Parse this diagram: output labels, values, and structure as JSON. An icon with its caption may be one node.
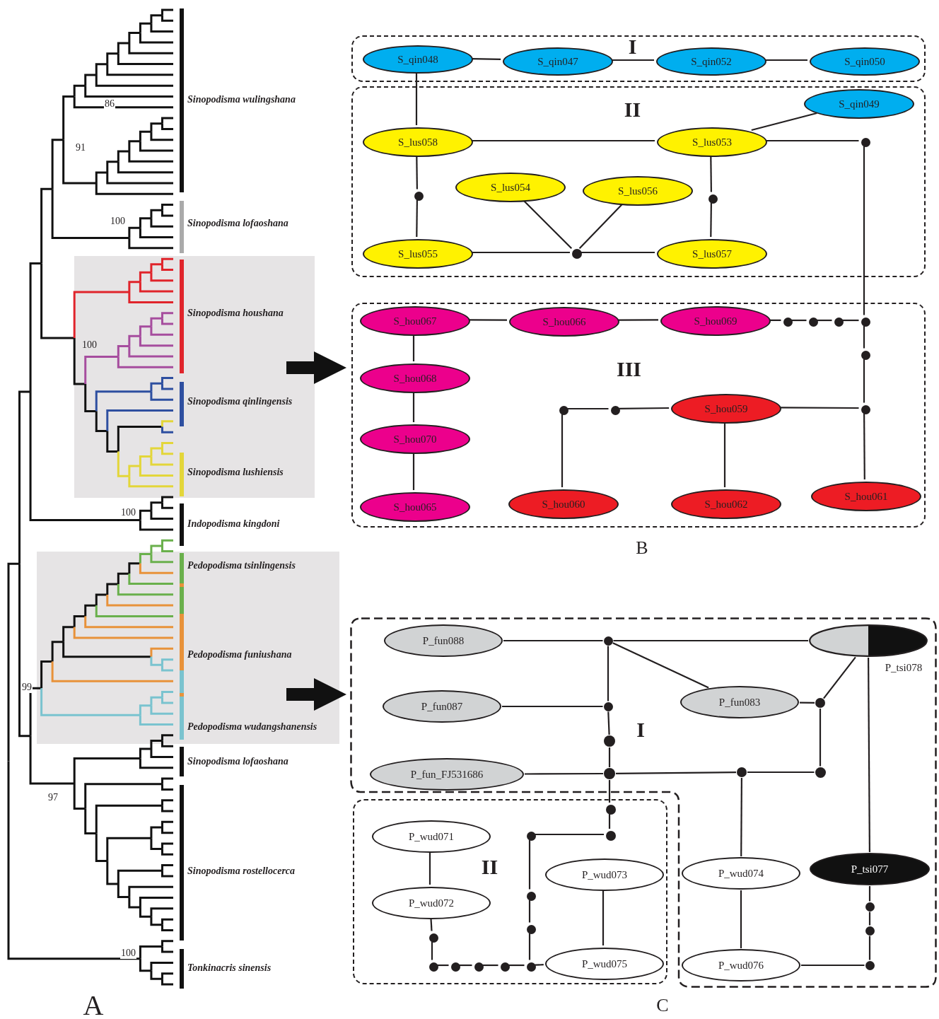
{
  "diagram": {
    "nodes": [
      {
        "text": [
          "Sinopodisma houshana",
          "100",
          "Sinopodisma qinlingensis",
          "Sinopodisma lushiensis"
        ]
      },
      {
        "text": [
          "Pedopodisma tsinlingensis",
          "Pedopodisma funiushana",
          "Pedopodisma wudangshanensis"
        ]
      },
      {
        "text": [
          "I"
        ]
      },
      {
        "text": [
          "S_qin048"
        ],
        "in": 2
      },
      {
        "text": [
          "S_qin047"
        ],
        "in": 2
      },
      {
        "text": [
          "S_qin052"
        ],
        "in": 2
      },
      {
        "text": [
          "S_qin050"
        ],
        "in": 2
      },
      {
        "text": [
          "II"
        ]
      },
      {
        "text": [
          "S_qin049"
        ],
        "in": 7
      },
      {
        "text": [
          "S_lus058"
        ],
        "in": 7
      },
      {
        "text": [
          "S_lus053"
        ],
        "in": 7
      },
      {
        "text": [],
        "shape": "circle",
        "in": 7
      },
      {
        "text": [
          "S_lus054"
        ],
        "in": 7
      },
      {
        "text": [
          "S_lus056"
        ],
        "in": 7
      },
      {
        "text": [],
        "shape": "circle",
        "in": 7
      },
      {
        "text": [],
        "shape": "circle",
        "in": 7
      },
      {
        "text": [
          "S_lus055"
        ],
        "in": 7
      },
      {
        "text": [],
        "shape": "circle",
        "in": 7
      },
      {
        "text": [
          "S_lus057"
        ],
        "in": 7
      },
      {
        "text": [
          "III"
        ]
      },
      {
        "text": [
          "S_hou067"
        ],
        "in": 19
      },
      {
        "text": [
          "S_hou066"
        ],
        "in": 19
      },
      {
        "text": [
          "S_hou069"
        ],
        "in": 19
      },
      {
        "text": [],
        "shape": "circle",
        "in": 19
      },
      {
        "text": [],
        "shape": "circle",
        "in": 19
      },
      {
        "text": [],
        "shape": "circle",
        "in": 19
      },
      {
        "text": [],
        "shape": "circle",
        "in": 19
      },
      {
        "text": [
          "S_hou068"
        ],
        "in": 19
      },
      {
        "text": [],
        "shape": "circle",
        "in": 19
      },
      {
        "text": [],
        "shape": "circle",
        "in": 19
      },
      {
        "text": [],
        "shape": "circle",
        "in": 19
      },
      {
        "text": [
          "S_hou059"
        ],
        "in": 19
      },
      {
        "text": [],
        "shape": "circle",
        "in": 19
      },
      {
        "text": [
          "S_hou070"
        ],
        "in": 19
      },
      {
        "text": [
          "S_hou065"
        ],
        "in": 19
      },
      {
        "text": [
          "S_hou060"
        ],
        "in": 19
      },
      {
        "text": [
          "S_hou062"
        ],
        "in": 19
      },
      {
        "text": [
          "S_hou061"
        ],
        "in": 19
      },
      {
        "text": [
          "I"
        ]
      },
      {
        "text": [
          "P_fun088"
        ],
        "in": 38
      },
      {
        "text": [],
        "shape": "circle",
        "in": 38
      },
      {
        "text": [
          "P_tsi078"
        ],
        "in": 38
      },
      {
        "text": [
          "P_fun083"
        ],
        "in": 38
      },
      {
        "text": [
          "P_fun087"
        ],
        "in": 38
      },
      {
        "text": [],
        "shape": "circle",
        "in": 38
      },
      {
        "text": [],
        "shape": "circle",
        "in": 38
      },
      {
        "text": [],
        "shape": "circle",
        "in": 38
      },
      {
        "text": [
          "P_fun_FJ531686"
        ],
        "in": 38
      },
      {
        "text": [],
        "shape": "circle",
        "in": 38
      },
      {
        "text": [],
        "shape": "circle",
        "in": 38
      },
      {
        "text": [],
        "shape": "circle",
        "in": 38
      },
      {
        "text": [
          "II"
        ]
      },
      {
        "text": [],
        "shape": "circle",
        "in": 51
      },
      {
        "text": [
          "P_wud071"
        ],
        "in": 51
      },
      {
        "text": [],
        "shape": "circle",
        "in": 51
      },
      {
        "text": [],
        "shape": "circle",
        "in": 51
      },
      {
        "text": [
          "P_wud073"
        ],
        "in": 51
      },
      {
        "text": [
          "P_wud072"
        ],
        "in": 51
      },
      {
        "text": [],
        "shape": "circle",
        "in": 51
      },
      {
        "text": [],
        "shape": "circle",
        "in": 51
      },
      {
        "text": [],
        "shape": "circle",
        "in": 51
      },
      {
        "text": [],
        "shape": "circle",
        "in": 51
      },
      {
        "text": [],
        "shape": "circle",
        "in": 51
      },
      {
        "text": [],
        "shape": "circle",
        "in": 51
      },
      {
        "text": [],
        "shape": "circle",
        "in": 51
      },
      {
        "text": [],
        "shape": "circle",
        "in": 51
      },
      {
        "text": [
          "P_wud075"
        ],
        "in": 51
      },
      {
        "text": [
          "P_wud074"
        ],
        "in": 38
      },
      {
        "text": [
          "P_tsi077"
        ],
        "in": 38
      },
      {
        "text": [],
        "shape": "circle",
        "in": 38
      },
      {
        "text": [],
        "shape": "circle",
        "in": 38
      },
      {
        "text": [
          "P_wud076"
        ],
        "in": 38
      },
      {
        "text": [],
        "shape": "circle",
        "in": 38
      }
    ],
    "edges": [
      {
        "from": 0,
        "to": 19,
        "arrow": "to",
        "style": "thick"
      },
      {
        "from": 1,
        "to": 38,
        "arrow": "to",
        "style": "thick"
      },
      {
        "from": 3,
        "to": 4,
        "arrow": "none"
      },
      {
        "from": 4,
        "to": 5,
        "arrow": "none"
      },
      {
        "from": 5,
        "to": 6,
        "arrow": "none"
      },
      {
        "from": 3,
        "to": 9,
        "arrow": "none"
      },
      {
        "from": 9,
        "to": 10,
        "arrow": "none"
      },
      {
        "from": 10,
        "to": 8,
        "arrow": "none"
      },
      {
        "from": 10,
        "to": 11,
        "arrow": "none"
      },
      {
        "from": 9,
        "to": 14,
        "arrow": "none"
      },
      {
        "from": 14,
        "to": 16,
        "arrow": "none"
      },
      {
        "from": 10,
        "to": 15,
        "arrow": "none"
      },
      {
        "from": 15,
        "to": 18,
        "arrow": "none"
      },
      {
        "from": 12,
        "to": 17,
        "arrow": "none"
      },
      {
        "from": 13,
        "to": 17,
        "arrow": "none"
      },
      {
        "from": 16,
        "to": 17,
        "arrow": "none"
      },
      {
        "from": 17,
        "to": 18,
        "arrow": "none"
      },
      {
        "from": 11,
        "to": 26,
        "arrow": "none"
      },
      {
        "from": 20,
        "to": 21,
        "arrow": "none"
      },
      {
        "from": 21,
        "to": 22,
        "arrow": "none"
      },
      {
        "from": 22,
        "to": 23,
        "arrow": "none"
      },
      {
        "from": 23,
        "to": 24,
        "arrow": "none"
      },
      {
        "from": 24,
        "to": 25,
        "arrow": "none"
      },
      {
        "from": 25,
        "to": 26,
        "arrow": "none"
      },
      {
        "from": 20,
        "to": 27,
        "arrow": "none"
      },
      {
        "from": 27,
        "to": 33,
        "arrow": "none"
      },
      {
        "from": 33,
        "to": 34,
        "arrow": "none"
      },
      {
        "from": 26,
        "to": 28,
        "arrow": "none"
      },
      {
        "from": 28,
        "to": 32,
        "arrow": "none"
      },
      {
        "from": 32,
        "to": 37,
        "arrow": "none"
      },
      {
        "from": 31,
        "to": 32,
        "arrow": "none"
      },
      {
        "from": 30,
        "to": 31,
        "arrow": "none"
      },
      {
        "from": 29,
        "to": 30,
        "arrow": "none"
      },
      {
        "from": 29,
        "to": 35,
        "arrow": "none"
      },
      {
        "from": 31,
        "to": 36,
        "arrow": "none"
      },
      {
        "from": 39,
        "to": 40,
        "arrow": "none"
      },
      {
        "from": 40,
        "to": 41,
        "arrow": "none"
      },
      {
        "from": 40,
        "to": 42,
        "arrow": "none"
      },
      {
        "from": 40,
        "to": 44,
        "arrow": "none"
      },
      {
        "from": 43,
        "to": 44,
        "arrow": "none"
      },
      {
        "from": 44,
        "to": 46,
        "arrow": "none"
      },
      {
        "from": 46,
        "to": 48,
        "arrow": "none"
      },
      {
        "from": 47,
        "to": 48,
        "arrow": "none"
      },
      {
        "from": 48,
        "to": 49,
        "arrow": "none"
      },
      {
        "from": 49,
        "to": 50,
        "arrow": "none"
      },
      {
        "from": 50,
        "to": 45,
        "arrow": "none"
      },
      {
        "from": 42,
        "to": 45,
        "arrow": "none"
      },
      {
        "from": 45,
        "to": 41,
        "arrow": "none"
      },
      {
        "from": 41,
        "to": 68,
        "arrow": "none"
      },
      {
        "from": 49,
        "to": 67,
        "arrow": "none"
      },
      {
        "from": 67,
        "to": 71,
        "arrow": "none"
      },
      {
        "from": 48,
        "to": 52,
        "arrow": "none"
      },
      {
        "from": 52,
        "to": 54,
        "arrow": "none"
      },
      {
        "from": 54,
        "to": 55,
        "arrow": "none"
      },
      {
        "from": 55,
        "to": 58,
        "arrow": "none"
      },
      {
        "from": 58,
        "to": 59,
        "arrow": "none"
      },
      {
        "from": 59,
        "to": 65,
        "arrow": "none"
      },
      {
        "from": 65,
        "to": 66,
        "arrow": "none"
      },
      {
        "from": 56,
        "to": 66,
        "arrow": "none"
      },
      {
        "from": 53,
        "to": 57,
        "arrow": "none"
      },
      {
        "from": 57,
        "to": 60,
        "arrow": "none"
      },
      {
        "from": 60,
        "to": 61,
        "arrow": "none"
      },
      {
        "from": 61,
        "to": 62,
        "arrow": "none"
      },
      {
        "from": 62,
        "to": 63,
        "arrow": "none"
      },
      {
        "from": 63,
        "to": 64,
        "arrow": "none"
      },
      {
        "from": 64,
        "to": 65,
        "arrow": "none"
      },
      {
        "from": 68,
        "to": 69,
        "arrow": "none"
      },
      {
        "from": 69,
        "to": 70,
        "arrow": "none"
      },
      {
        "from": 70,
        "to": 72,
        "arrow": "none"
      },
      {
        "from": 71,
        "to": 72,
        "arrow": "none"
      }
    ],
    "labels": [
      "Sinopodisma wulingshana",
      "86",
      "91",
      "100",
      "Sinopodisma lofaoshana",
      "100",
      "Indopodisma kingdoni",
      "99",
      "Sinopodisma lofaoshana",
      "97",
      "Sinopodisma rostellocerca",
      "100",
      "Tonkinacris sinensis",
      "A",
      "B",
      "C"
    ]
  }
}
